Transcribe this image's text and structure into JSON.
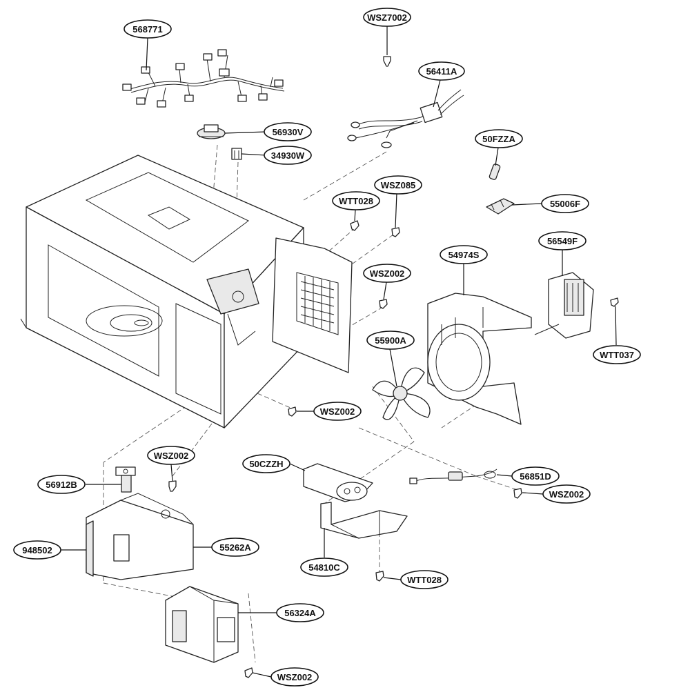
{
  "diagram": {
    "labels": {
      "harness": "568771",
      "screw_top": "WSZ7002",
      "cord": "56411A",
      "thermostat": "56930V",
      "fuse_holder": "34930W",
      "fuse": "50FZZA",
      "screw_wsz085": "WSZ085",
      "screw_wtt028_top": "WTT028",
      "fuse_clip": "55006F",
      "fan_motor": "56549F",
      "fan_duct": "54974S",
      "screw_wsz002_mid": "WSZ002",
      "fan_blade": "55900A",
      "screw_wtt037": "WTT037",
      "screw_wsz002_cavity": "WSZ002",
      "capacitor": "50CZZH",
      "diode": "56851D",
      "screw_wsz002_diode": "WSZ002",
      "screw_wsz002_trans": "WSZ002",
      "magnetron_thermostat": "56912B",
      "transformer_cover": "948502",
      "transformer": "55262A",
      "cap_bracket": "54810C",
      "screw_wtt028_bottom": "WTT028",
      "magnetron": "56324A",
      "screw_wsz002_bottom": "WSZ002"
    }
  }
}
